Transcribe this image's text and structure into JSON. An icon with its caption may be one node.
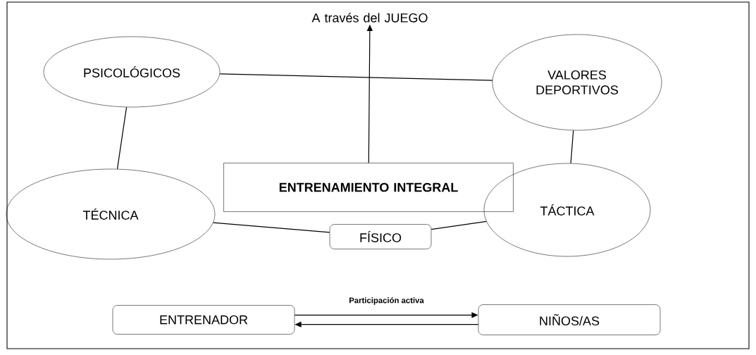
{
  "diagram": {
    "nodes": [
      {
        "text": [
          "A través del JUEGO"
        ]
      },
      {
        "text": [
          "PSICOLÓGICOS"
        ]
      },
      {
        "text": [
          "VALORES DEPORTIVOS"
        ]
      },
      {
        "text": [
          "ENTRENAMIENTO INTEGRAL"
        ]
      },
      {
        "text": [
          "TÉCNICA"
        ]
      },
      {
        "text": [
          "TÁCTICA"
        ]
      },
      {
        "text": [
          "FÍSICO"
        ]
      },
      {
        "text": [
          "ENTRENADOR"
        ]
      },
      {
        "text": [
          "NIÑOS/AS"
        ]
      }
    ],
    "edges": [
      {
        "from": 3,
        "to": 0,
        "arrow": "to"
      },
      {
        "from": 1,
        "to": 2,
        "arrow": "none"
      },
      {
        "from": 1,
        "to": 4,
        "arrow": "none"
      },
      {
        "from": 2,
        "to": 5,
        "arrow": "none"
      },
      {
        "from": 4,
        "to": 6,
        "arrow": "none"
      },
      {
        "from": 6,
        "to": 5,
        "arrow": "none"
      },
      {
        "from": 7,
        "to": 8,
        "arrow": "to",
        "label": "Participación activa"
      },
      {
        "from": 8,
        "to": 7,
        "arrow": "to"
      }
    ]
  }
}
